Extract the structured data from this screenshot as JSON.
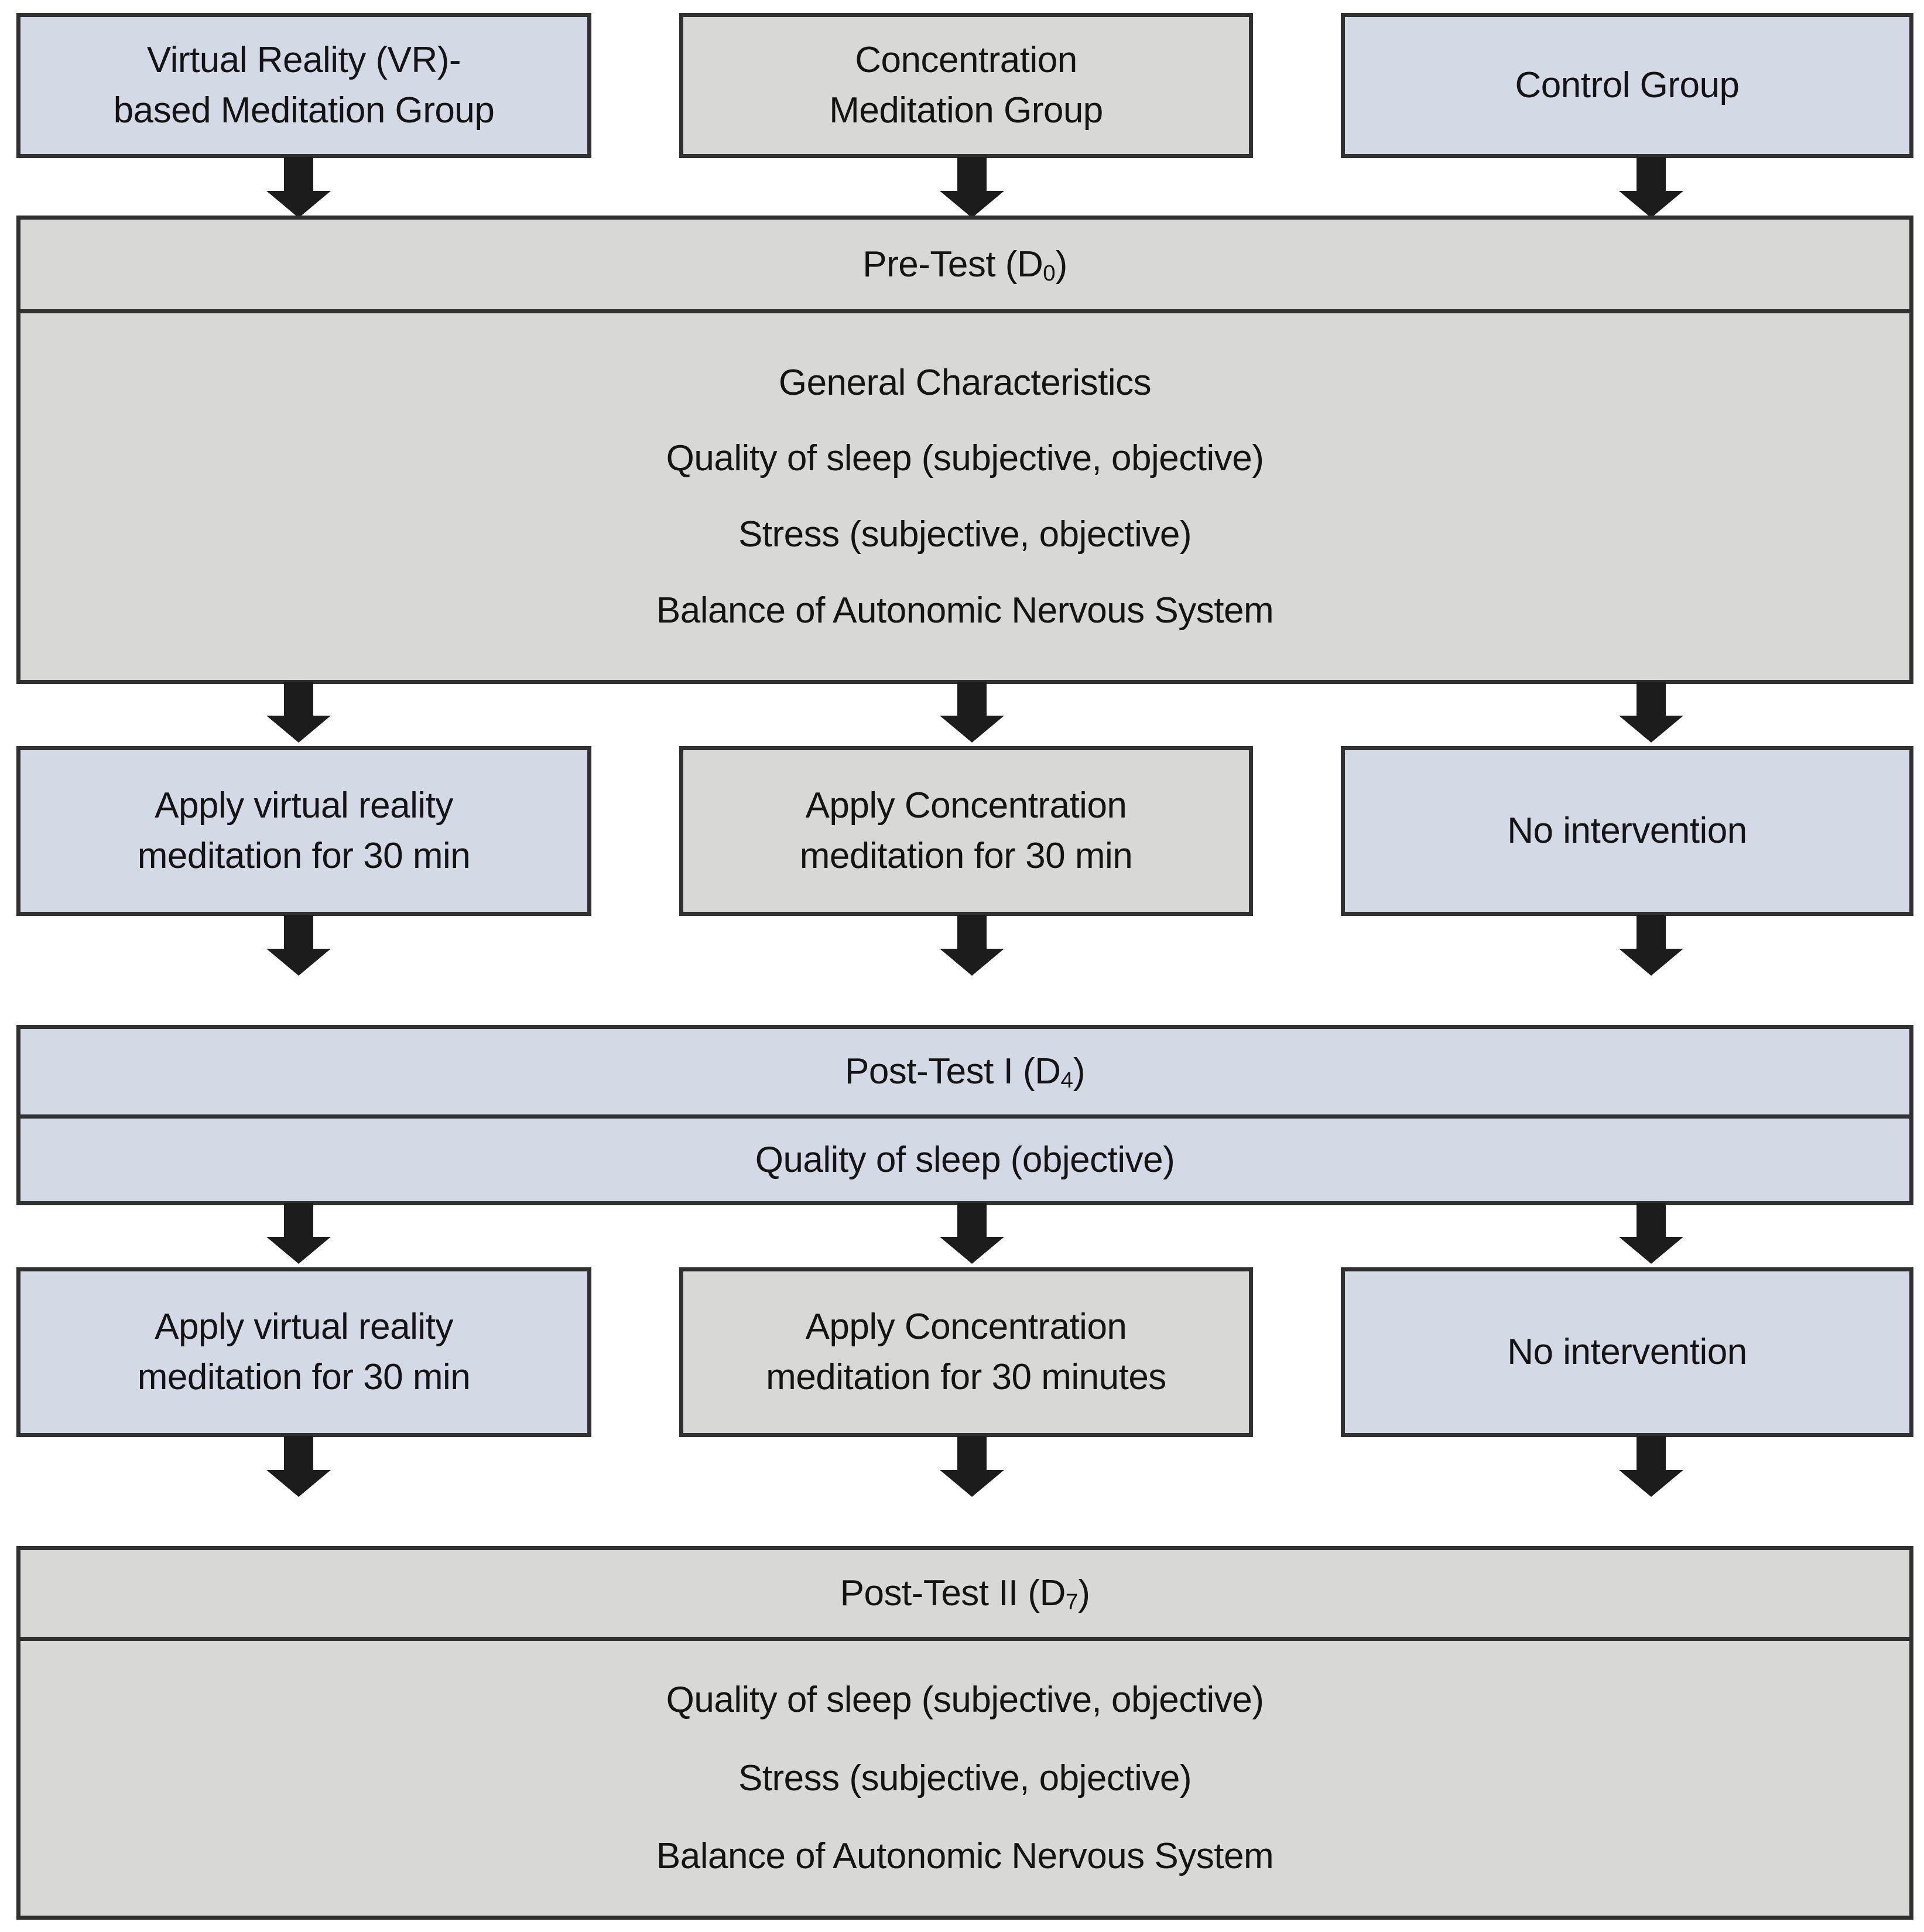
{
  "diagram": {
    "title": "Study design flow diagram",
    "colors": {
      "group_blue": "#d3dae5",
      "group_gray": "#d8d8d6",
      "border": "#303030",
      "arrow": "#1c1c1c",
      "text": "#141414",
      "background": "#ffffff"
    }
  },
  "row_groups": {
    "vr_group": "Virtual Reality (VR)-\nbased Meditation Group",
    "vr_group_line1": "Virtual Reality (VR)-",
    "vr_group_line2": "based Meditation Group",
    "concentration_group_line1": "Concentration",
    "concentration_group_line2": "Meditation Group",
    "control_group": "Control Group"
  },
  "pre_test": {
    "header": "Pre-Test (D",
    "header_sub": "0",
    "header_tail": ")",
    "items": [
      "General Characteristics",
      "Quality of sleep (subjective, objective)",
      "Stress (subjective, objective)",
      "Balance of Autonomic Nervous System"
    ]
  },
  "intervention_1": {
    "vr_line1": "Apply virtual reality",
    "vr_line2": "meditation for 30 min",
    "conc_line1": "Apply Concentration",
    "conc_line2": "meditation for 30 min",
    "control": "No intervention"
  },
  "post_test_1": {
    "header": "Post-Test I (D",
    "header_sub": "4",
    "header_tail": ")",
    "items": [
      "Quality of sleep (objective)"
    ]
  },
  "intervention_2": {
    "vr_line1": "Apply virtual reality",
    "vr_line2": "meditation for 30 min",
    "conc_line1": "Apply Concentration",
    "conc_line2": "meditation for 30 minutes",
    "control": "No intervention"
  },
  "post_test_2": {
    "header": "Post-Test II (D",
    "header_sub": "7",
    "header_tail": ")",
    "items": [
      "Quality of sleep (subjective, objective)",
      "Stress (subjective, objective)",
      "Balance of Autonomic Nervous System"
    ]
  }
}
